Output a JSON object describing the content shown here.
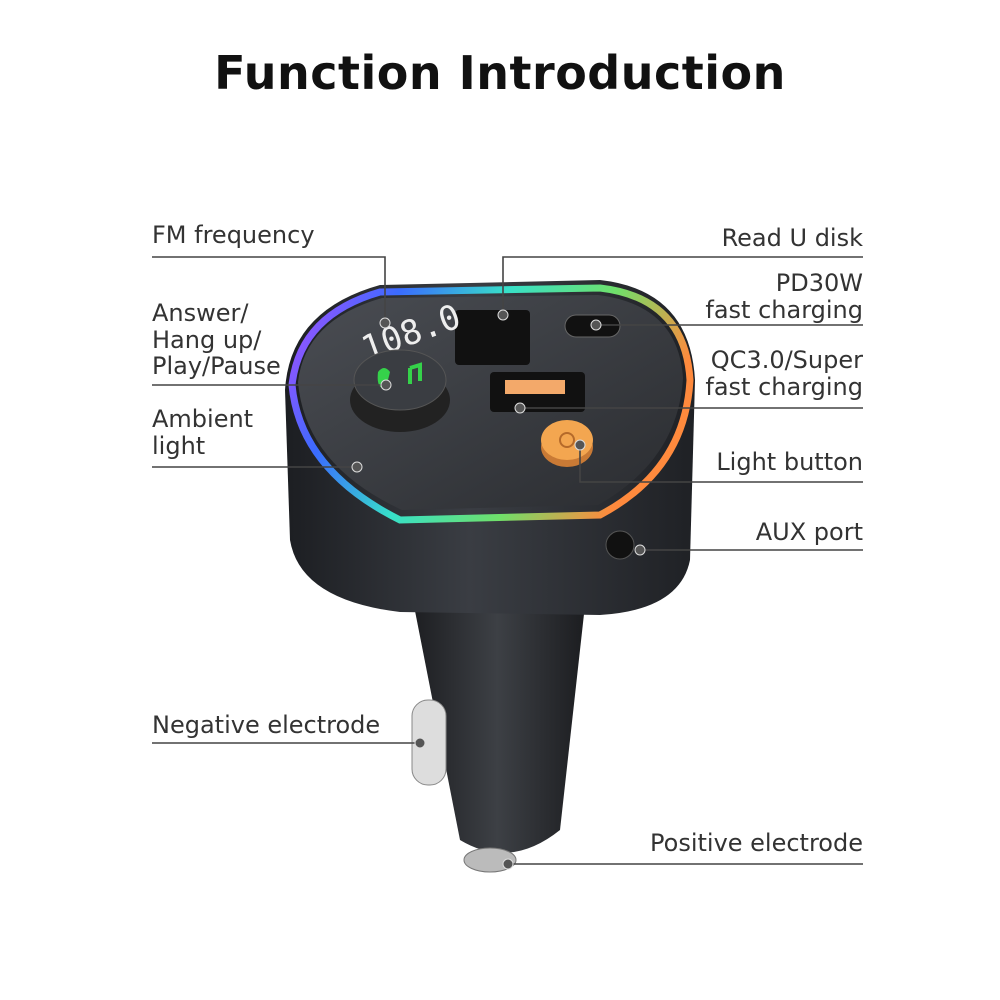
{
  "title": "Function Introduction",
  "labels": {
    "fm_frequency": "FM frequency",
    "answer_1": "Answer/",
    "answer_2": "Hang up/",
    "answer_3": "Play/Pause",
    "ambient_1": "Ambient",
    "ambient_2": "light",
    "negative": "Negative electrode",
    "read_u_disk": "Read U disk",
    "pd_1": "PD30W",
    "pd_2": "fast charging",
    "qc_1": "QC3.0/Super",
    "qc_2": "fast charging",
    "light_button": "Light button",
    "aux_port": "AUX port",
    "positive": "Positive electrode"
  },
  "device": {
    "display_reading": "108.0",
    "colors": {
      "body": "#2b2e33",
      "ring_accent": [
        "#ff8a3d",
        "#37e0c8",
        "#3a6bff",
        "#b04dff"
      ],
      "button": "#f0a050",
      "icon_green": "#35d24a"
    }
  }
}
